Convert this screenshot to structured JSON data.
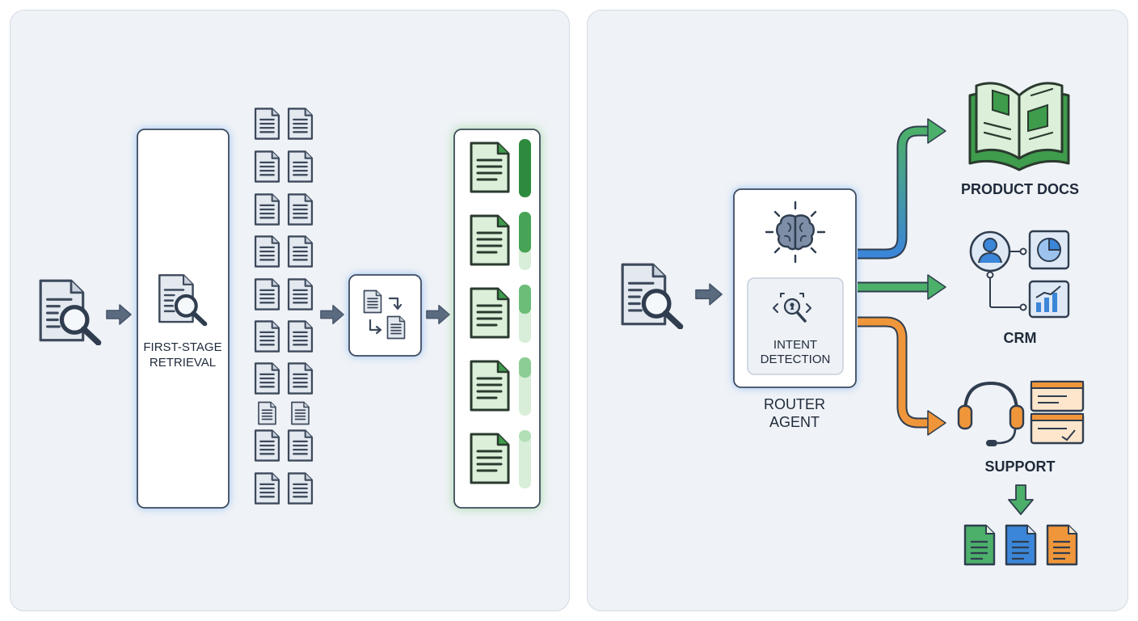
{
  "left": {
    "stage1_label_line1": "FIRST-STAGE",
    "stage1_label_line2": "RETRIEVAL",
    "reranked_scores": [
      1.0,
      0.7,
      0.5,
      0.35,
      0.2
    ]
  },
  "right": {
    "router_label_line1": "ROUTER",
    "router_label_line2": "AGENT",
    "intent_label_line1": "INTENT",
    "intent_label_line2": "DETECTION",
    "destinations": {
      "product_docs": "PRODUCT DOCS",
      "crm": "CRM",
      "support": "SUPPORT"
    }
  },
  "colors": {
    "blue": "#3b86d8",
    "green": "#4caf6a",
    "orange": "#f0963a",
    "dark_green": "#2e8b3e",
    "slate": "#5b6b7f",
    "glow_blue": "#8fbef5",
    "glow_green": "#9ad79e"
  },
  "icons": [
    "document-search-icon",
    "arrow-right-icon",
    "document-icon",
    "rerank-icon",
    "brain-icon",
    "intent-target-icon",
    "book-icon",
    "user-icon",
    "pie-chart-icon",
    "bar-chart-icon",
    "headset-icon",
    "ticket-icon",
    "arrow-down-icon"
  ]
}
